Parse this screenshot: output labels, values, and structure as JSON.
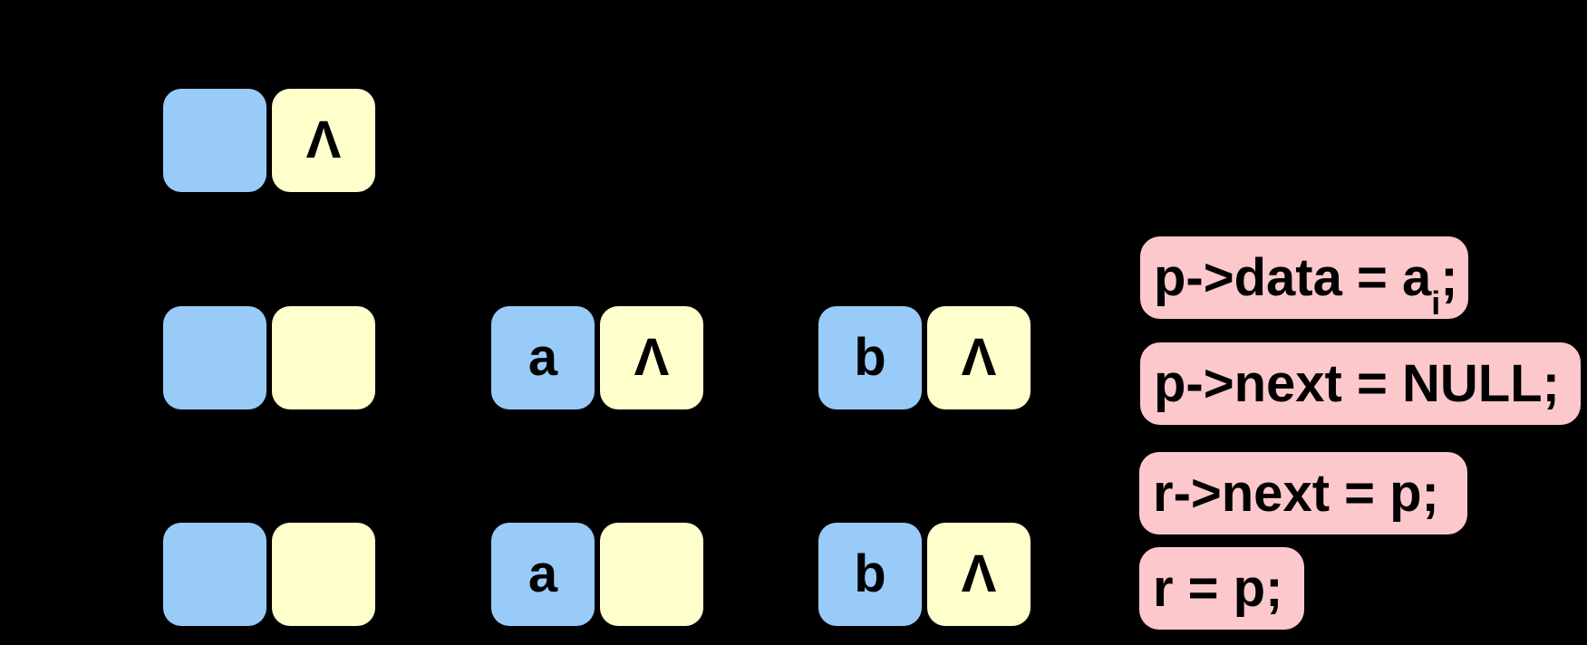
{
  "diagram": {
    "title": "linked-list node construction steps",
    "background_color": "#000000",
    "data_cell_color": "#99CBF9",
    "pointer_cell_color": "#FFFFCC",
    "code_box_color": "#FCC8CB",
    "text_color": "#000000",
    "null_symbol": "Λ"
  },
  "rows": [
    {
      "nodes": [
        {
          "data": "",
          "pointer": "Λ"
        }
      ]
    },
    {
      "nodes": [
        {
          "data": "",
          "pointer": ""
        },
        {
          "data": "a",
          "pointer": "Λ"
        },
        {
          "data": "b",
          "pointer": "Λ"
        }
      ]
    },
    {
      "nodes": [
        {
          "data": "",
          "pointer": ""
        },
        {
          "data": "a",
          "pointer": ""
        },
        {
          "data": "b",
          "pointer": "Λ"
        }
      ]
    }
  ],
  "code": [
    {
      "pre": "p->data = a",
      "sub": "i",
      "post": ";"
    },
    {
      "text": "p->next = NULL;"
    },
    {
      "text": "r->next = p;"
    },
    {
      "text": "r = p;"
    }
  ]
}
